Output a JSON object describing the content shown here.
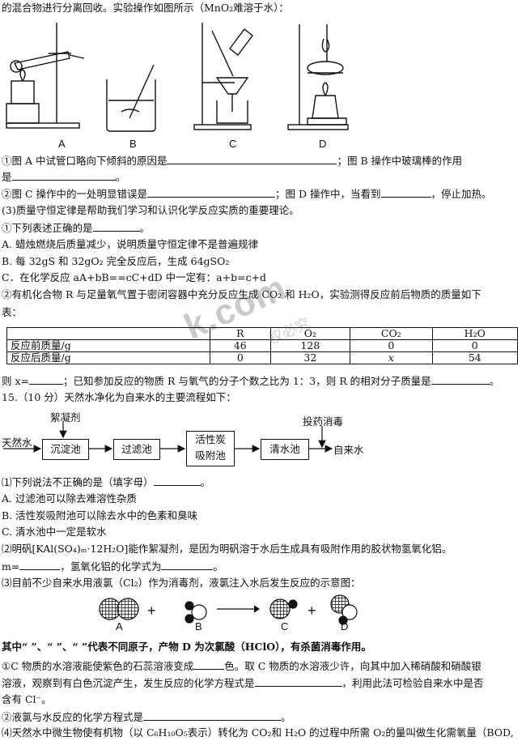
{
  "lines": {
    "l0": "的混合物进行分离回收。实验操作如图所示（MnO₂难溶于水）：",
    "q1a": "①图 A 中试管口略向下倾斜的原因是",
    "q1b": "；图 B 操作中玻璃棒的作用",
    "q1c": "是",
    "q1d": "。",
    "q2a": "②图 C 操作中的一处明显错误是",
    "q2b": "；图 D 操作中，当看到",
    "q2c": "，停止加热。",
    "s3": "(3)质量守恒定律是帮助我们学习和认识化学反应实质的重要理论。",
    "s3q1": "①下列表述正确的是",
    "s3q1end": "。",
    "optA": "A. 蜡烛燃烧后质量减少，说明质量守恒定律不是普遍规律",
    "optB": "B. 每 32gS 和 32gO₂ 完全反应后，生成 64gSO₂",
    "optC": "C．在化学反应 aA+bB==cC+dD 中一定有：a+b=c+d",
    "s3q2a": "②有机化合物 R 与足量氧气置于密闭容器中充分反应生成 CO₂ 和 H₂O，实验测得反应前后物质的质量如下",
    "s3q2b": "表：",
    "xline_a": "则 x=",
    "xline_b": "；已知参加反应的物质 R 与氧气的分子个数之比为 1：3，则 R 的相对分子质量是",
    "xline_c": "。",
    "q15": "15.（10 分）天然水净化为自来水的主要流程如下：",
    "p1": "⑴下列说法不正确的是（填字母）",
    "p1end": "。",
    "pA": "A. 过滤池可以除去难溶性杂质",
    "pB": "B. 活性炭吸附池可以除去水中的色素和臭味",
    "pC": "C. 清水池中一定是软水",
    "p2a": "⑵明矾[KAl(SO₄)ₘ·12H₂O]能作絮凝剂，是因为明矾溶于水后生成具有吸附作用的胶状物氢氧化铝。",
    "p2b": "m=",
    "p2c": "，氢氧化铝的化学式为",
    "p2d": "。",
    "p3": "⑶目前不少自来水用液氯（Cl₂）作为消毒剂，液氯注入水后发生反应的示意图：",
    "legend": "其中“  ”、“  ”、“  ”代表不同原子，产物 D 为次氯酸（HClO），有杀菌消毒作用。",
    "c1a": "①C 物质的水溶液能使紫色的石蕊溶液变成",
    "c1b": "色。取 C 物质的水溶液少许，向其中加入稀硝酸和硝酸银",
    "c1c": "溶液，观察到有白色沉淀产生，发生反应的化学方程式是",
    "c1d": "，利用此法可检验自来水中是否",
    "c1e": "含有 Cl⁻。",
    "c2a": "②液氯与水反应的化学方程式是",
    "c2b": "。",
    "p4": "⑷天然水中微生物使有机物（以 C₆H₁₀O₅表示）转化为 CO₂和 H₂O 的过程中所需 O₂的量叫做生化需氧量（BOD,"
  },
  "captions": {
    "A": "A",
    "B": "B",
    "C": "C",
    "D": "D"
  },
  "table": {
    "headers": [
      "",
      "R",
      "O₂",
      "CO₂",
      "H₂O"
    ],
    "rows": [
      [
        "反应前质量/g",
        "46",
        "128",
        "0",
        "0"
      ],
      [
        "反应后质量/g",
        "0",
        "32",
        "x",
        "54"
      ]
    ]
  },
  "flow": {
    "input": "天然水",
    "coagulant": "絮凝剂",
    "disinfect": "投药消毒",
    "output": "自来水",
    "boxes": [
      "沉淀池",
      "过滤池",
      "活性炭",
      "吸附池",
      "清水池"
    ]
  },
  "reaction": {
    "A": "A",
    "B": "B",
    "C": "C",
    "D": "D",
    "plus": "+"
  },
  "watermark": {
    "main": "k.com",
    "sub": "权必究"
  }
}
